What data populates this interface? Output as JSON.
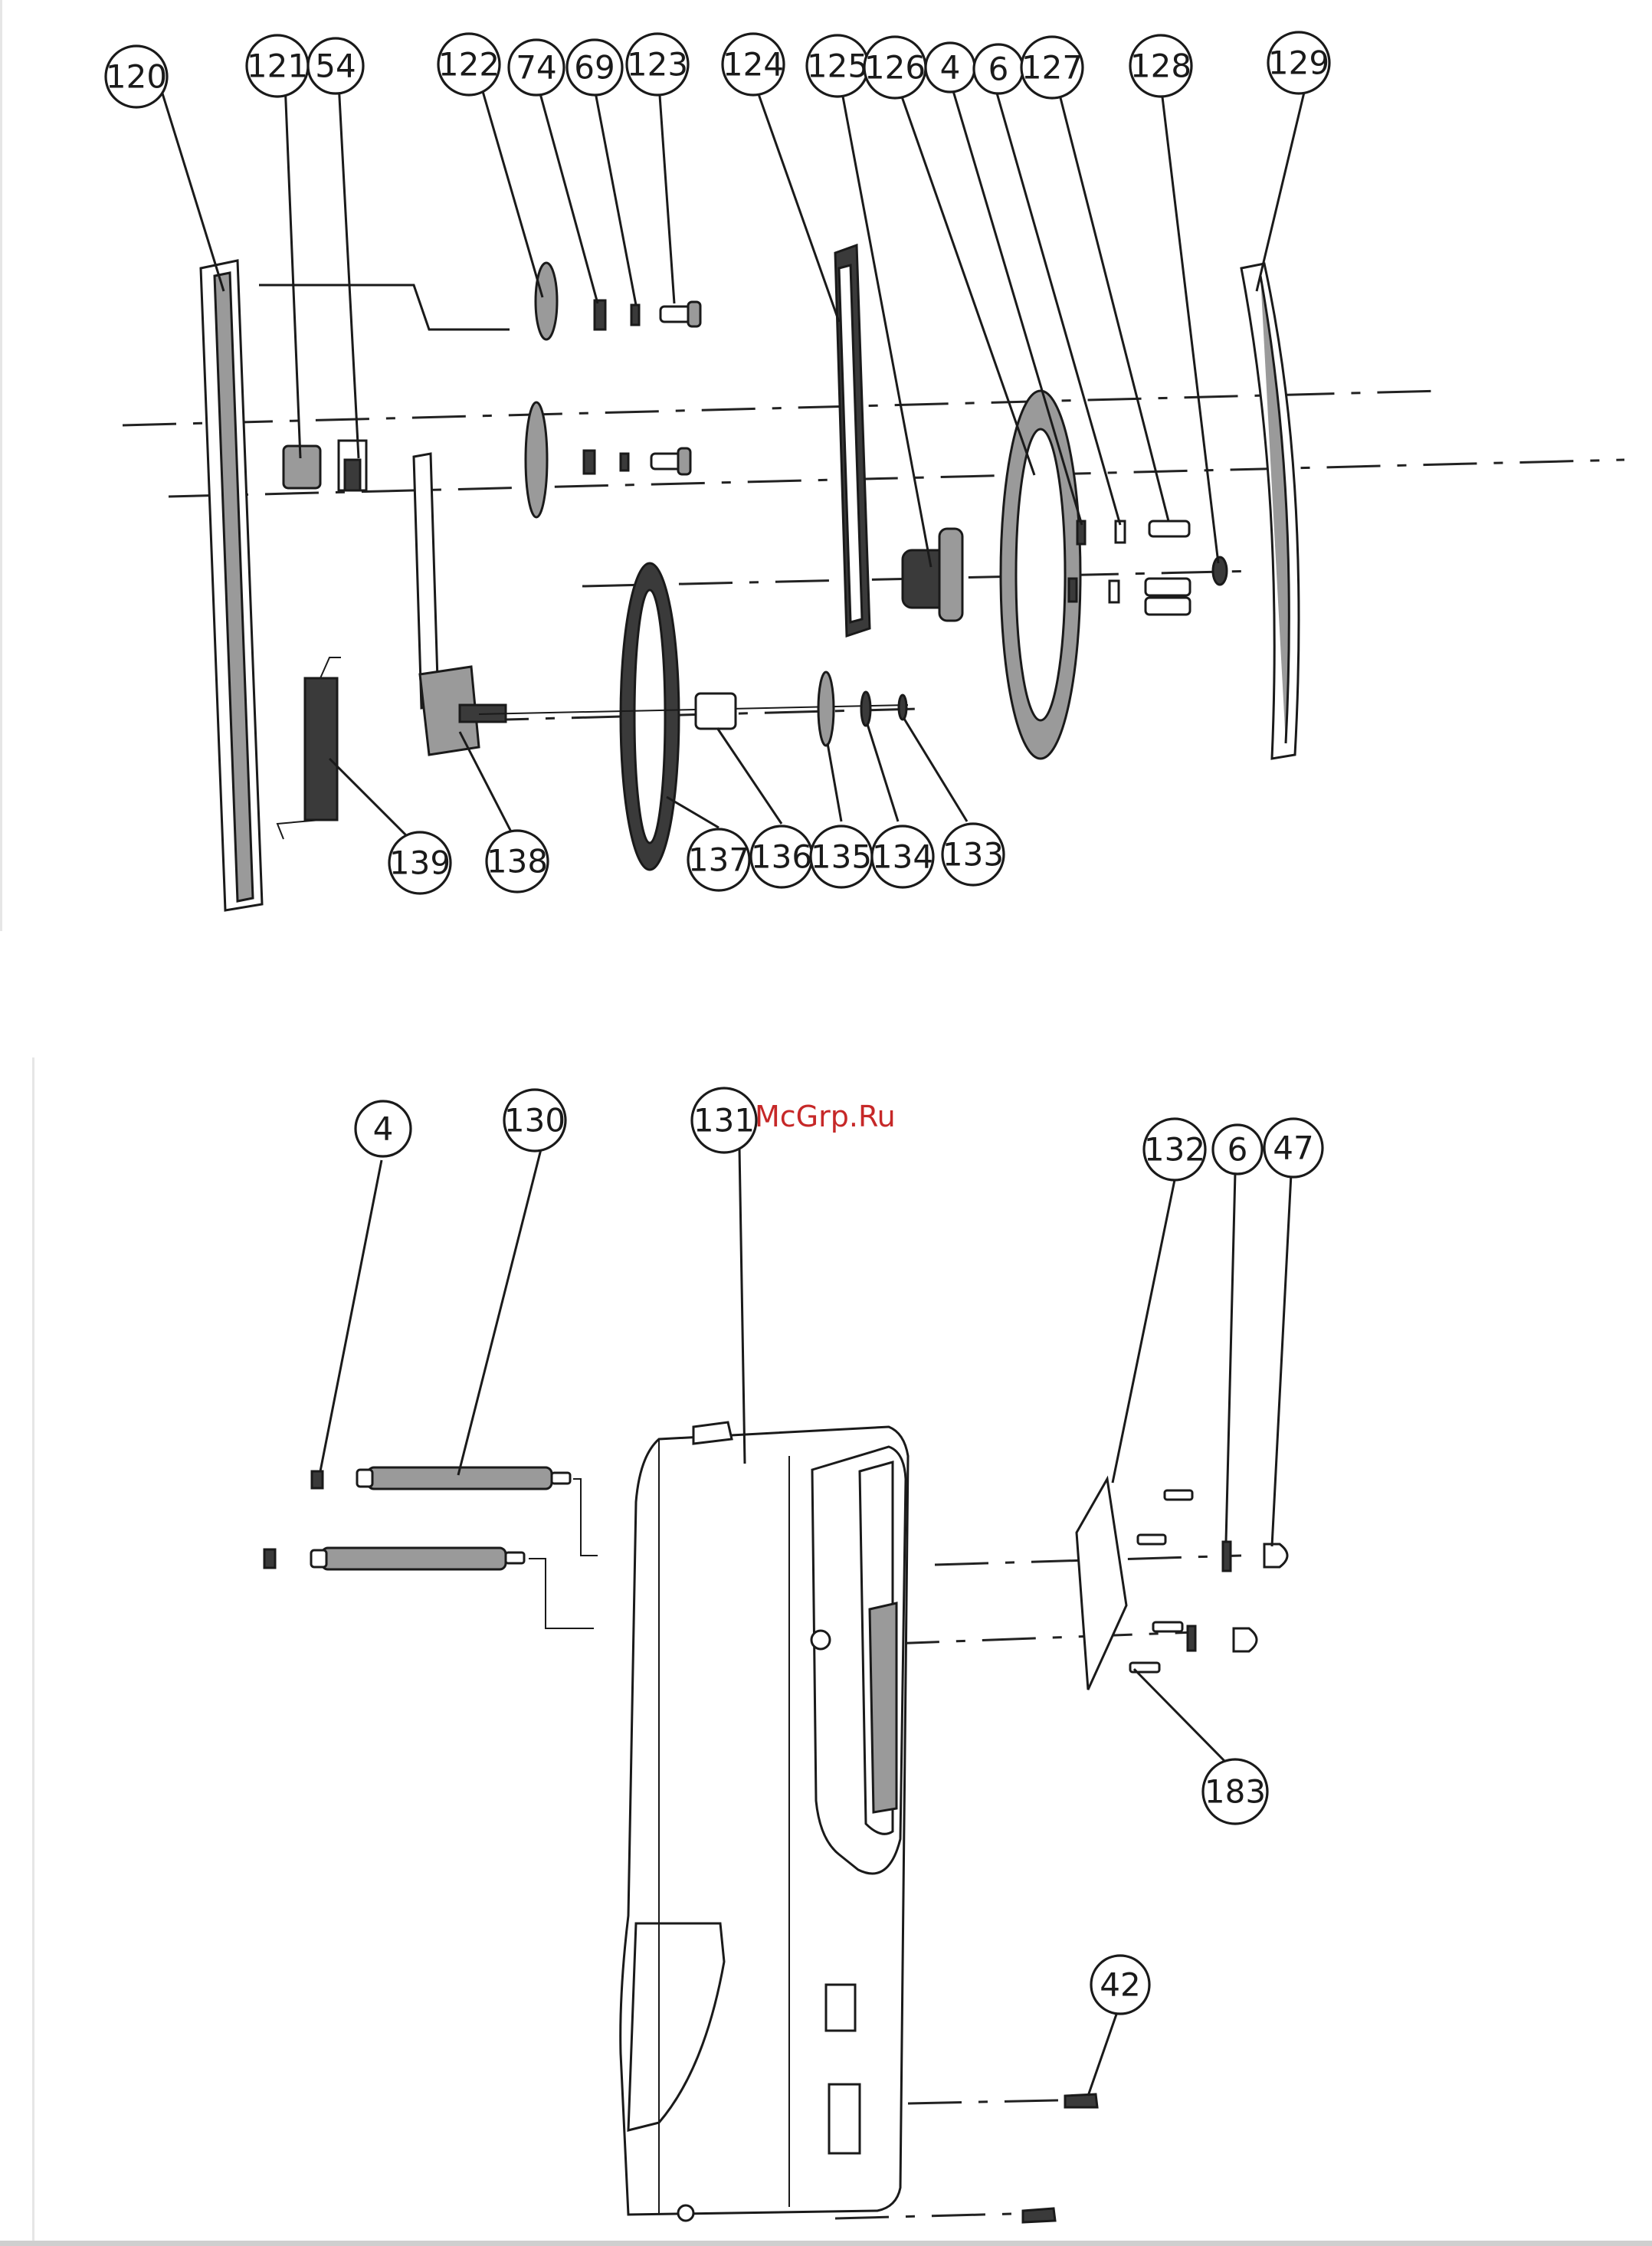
{
  "watermark": "McGrp.Ru",
  "top_panel": {
    "callouts": [
      "120",
      "121",
      "54",
      "122",
      "74",
      "69",
      "123",
      "124",
      "125",
      "126",
      "4",
      "6",
      "127",
      "128",
      "129",
      "139",
      "138",
      "137",
      "136",
      "135",
      "134",
      "133"
    ]
  },
  "bottom_panel": {
    "callouts": [
      "4",
      "130",
      "131",
      "132",
      "6",
      "47",
      "183",
      "42"
    ]
  }
}
